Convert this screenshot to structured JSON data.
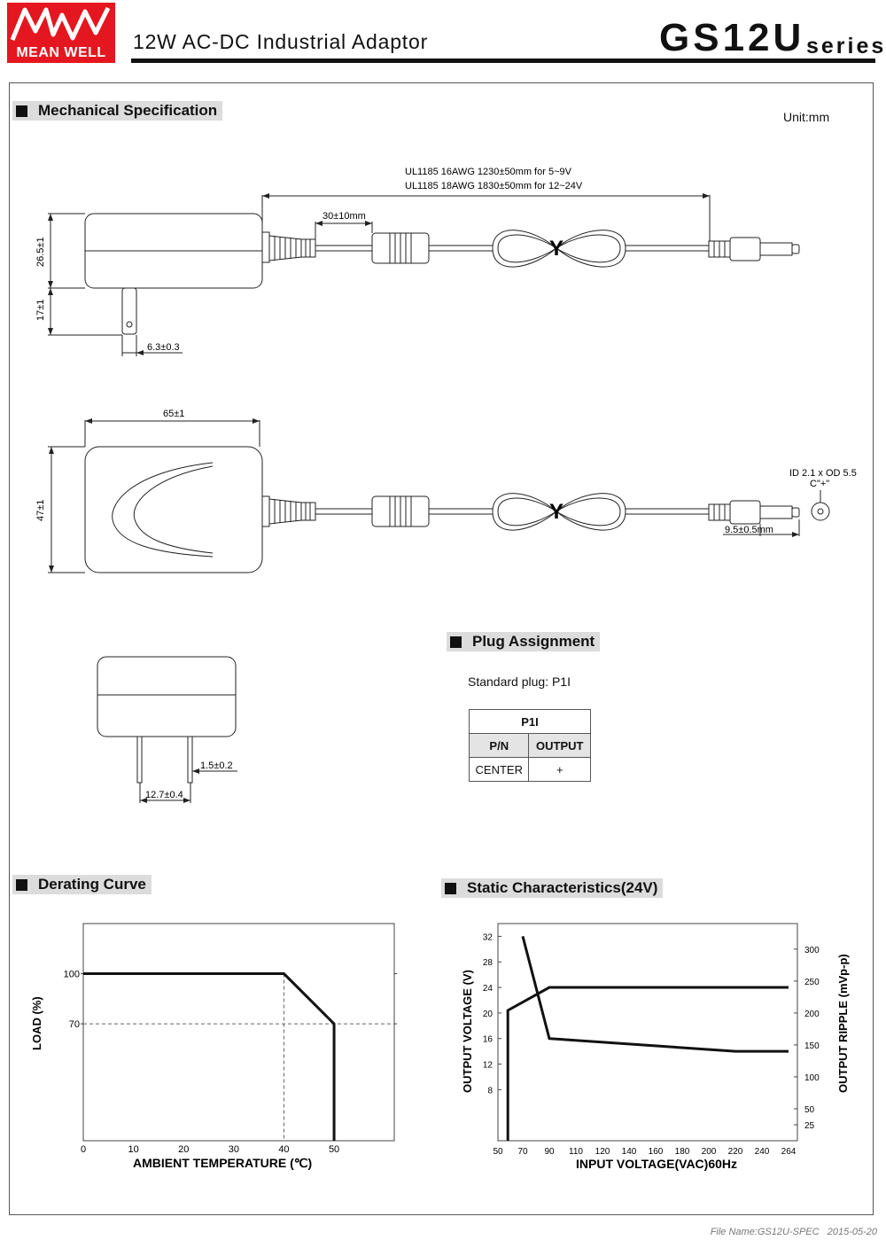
{
  "brand": {
    "logo_mark": "MW",
    "logo_text": "MEAN WELL"
  },
  "header": {
    "title": "12W AC-DC  Industrial Adaptor",
    "model": "GS12U",
    "series": "series"
  },
  "mechanical": {
    "heading": "Mechanical Specification",
    "unit": "Unit:mm",
    "cable_line1": "UL1185 16AWG 1230±50mm for 5~9V",
    "cable_line2": "UL1185 18AWG 1830±50mm for 12~24V",
    "dim_core": "30±10mm",
    "dim_height": "26.5±1",
    "dim_pin_length": "17±1",
    "dim_pin_offset": "6.3±0.3",
    "dim_width": "65±1",
    "dim_depth": "47±1",
    "plug_id": "ID 2.1 x OD 5.5",
    "plug_center": "C\"+\"",
    "dim_plug_len": "9.5±0.5mm",
    "dim_pin_thickness": "1.5±0.2",
    "dim_pin_spacing": "12.7±0.4",
    "label_y": "Y"
  },
  "plug": {
    "heading": "Plug Assignment",
    "standard": "Standard plug: P1I",
    "table_title": "P1I",
    "col_pn": "P/N",
    "col_output": "OUTPUT",
    "row_pn": "CENTER",
    "row_output": "+"
  },
  "derating": {
    "heading": "Derating Curve",
    "ylabel": "LOAD (%)",
    "xlabel": "AMBIENT TEMPERATURE (℃)",
    "xticks": [
      "0",
      "10",
      "20",
      "30",
      "40",
      "50"
    ],
    "yticks": [
      "100",
      "70"
    ]
  },
  "static": {
    "heading": "Static Characteristics(24V)",
    "ylabel_left": "OUTPUT VOLTAGE (V)",
    "ylabel_right": "OUTPUT RIPPLE (mVp-p)",
    "xlabel": "INPUT VOLTAGE(VAC)60Hz",
    "xticks": [
      "50",
      "70",
      "90",
      "110",
      "120",
      "140",
      "160",
      "180",
      "200",
      "220",
      "240",
      "264"
    ],
    "yticks_left": [
      "32",
      "28",
      "24",
      "20",
      "16",
      "12",
      "8"
    ],
    "yticks_right": [
      "300",
      "250",
      "200",
      "150",
      "100",
      "50",
      "25"
    ]
  },
  "chart_data": [
    {
      "type": "line",
      "title": "Derating Curve",
      "xlabel": "AMBIENT TEMPERATURE (℃)",
      "ylabel": "LOAD (%)",
      "x": [
        0,
        40,
        50,
        50
      ],
      "series": [
        {
          "values": [
            100,
            100,
            70,
            0
          ]
        }
      ],
      "xticks": [
        0,
        10,
        20,
        30,
        40,
        50
      ],
      "yticks": [
        70,
        100
      ],
      "xlim": [
        0,
        62
      ],
      "ylim": [
        0,
        130
      ],
      "reference_lines": {
        "y": 70,
        "x": 40
      },
      "grid": false
    },
    {
      "type": "line",
      "title": "Static Characteristics(24V)",
      "xlabel": "INPUT VOLTAGE(VAC)60Hz",
      "ylabel": "OUTPUT VOLTAGE (V)",
      "ylabel_right": "OUTPUT RIPPLE (mVp-p)",
      "x_categories": [
        "50",
        "70",
        "90",
        "110",
        "120",
        "140",
        "160",
        "180",
        "200",
        "220",
        "240",
        "264"
      ],
      "series": [
        {
          "axis": "left",
          "x_index": [
            0.4,
            0.4,
            2,
            11
          ],
          "values": [
            0,
            20.4,
            24,
            24
          ]
        },
        {
          "axis": "right",
          "x_index": [
            1,
            2,
            9,
            11
          ],
          "values": [
            320,
            160,
            140,
            140
          ]
        }
      ],
      "ylim_left": [
        0,
        34
      ],
      "ylim_right": [
        0,
        340
      ],
      "grid": false
    }
  ]
}
